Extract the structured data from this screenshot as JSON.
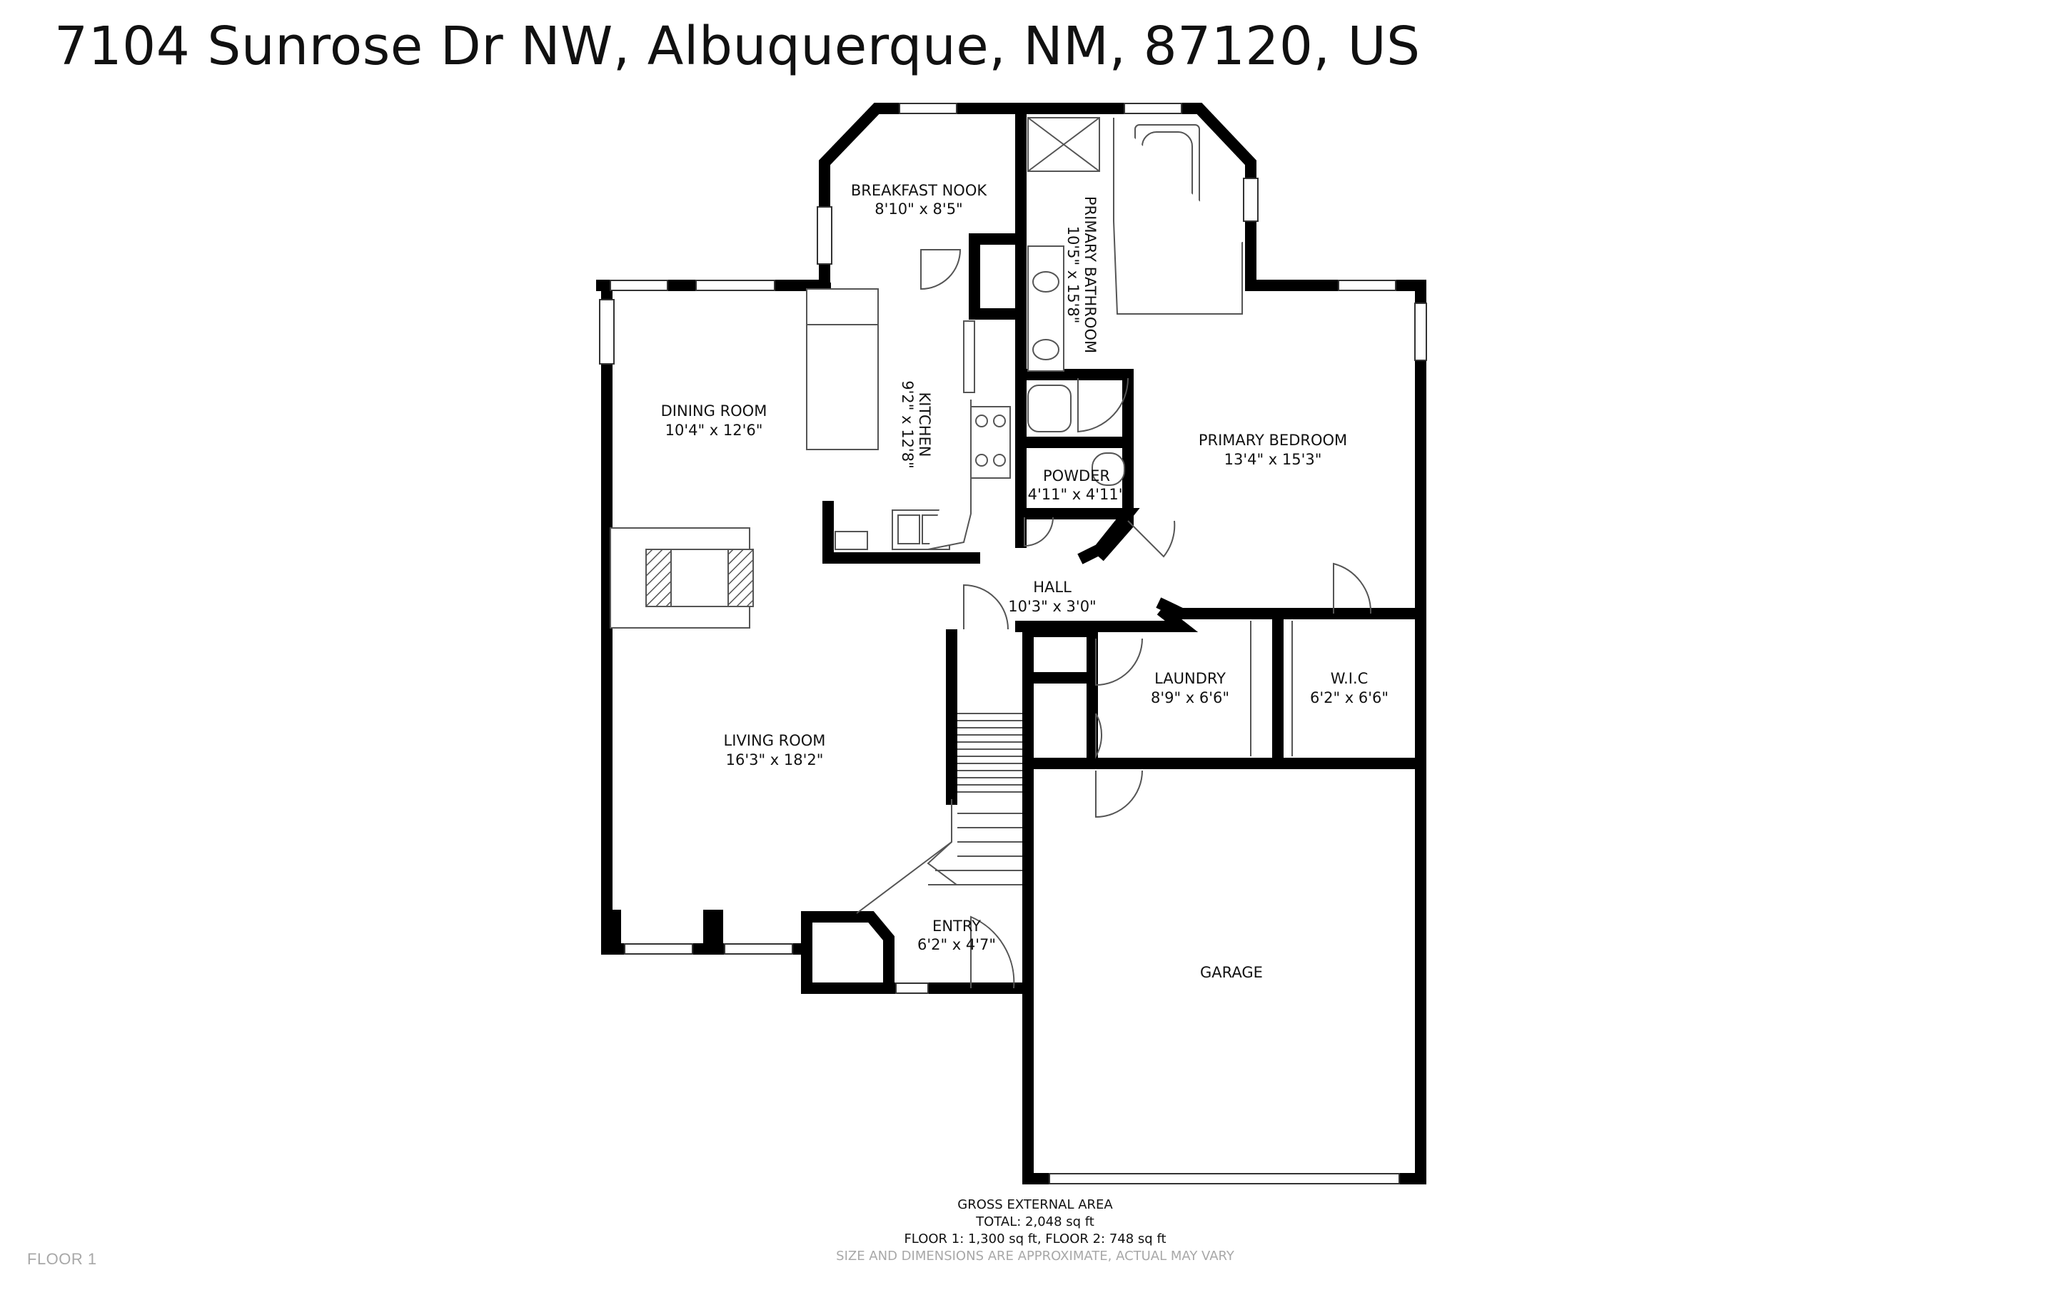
{
  "header": {
    "address": "7104 Sunrose Dr NW, Albuquerque, NM, 87120, US"
  },
  "rooms": {
    "breakfast_nook": {
      "name": "BREAKFAST NOOK",
      "size": "8'10\" x 8'5\""
    },
    "primary_bathroom": {
      "name": "PRIMARY BATHROOM",
      "size": "10'5\" x 15'8\""
    },
    "kitchen": {
      "name": "KITCHEN",
      "size": "9'2\" x 12'8\""
    },
    "dining_room": {
      "name": "DINING ROOM",
      "size": "10'4\" x 12'6\""
    },
    "primary_bedroom": {
      "name": "PRIMARY BEDROOM",
      "size": "13'4\" x 15'3\""
    },
    "powder": {
      "name": "POWDER",
      "size": "4'11\" x 4'11\""
    },
    "hall": {
      "name": "HALL",
      "size": "10'3\" x 3'0\""
    },
    "laundry": {
      "name": "LAUNDRY",
      "size": "8'9\" x 6'6\""
    },
    "wic": {
      "name": "W.I.C",
      "size": "6'2\" x 6'6\""
    },
    "living_room": {
      "name": "LIVING ROOM",
      "size": "16'3\" x 18'2\""
    },
    "entry": {
      "name": "ENTRY",
      "size": "6'2\" x 4'7\""
    },
    "garage": {
      "name": "GARAGE"
    }
  },
  "footer": {
    "floor_label": "FLOOR 1",
    "gea_title": "GROSS EXTERNAL AREA",
    "gea_total": "TOTAL: 2,048 sq ft",
    "gea_floors": "FLOOR 1: 1,300 sq ft, FLOOR 2: 748 sq ft",
    "disclaimer": "SIZE AND DIMENSIONS ARE APPROXIMATE, ACTUAL MAY VARY"
  },
  "colors": {
    "wall": "#000000",
    "fixture_line": "#555555",
    "window": "#ffffff",
    "muted_text": "#a8a8a8"
  }
}
